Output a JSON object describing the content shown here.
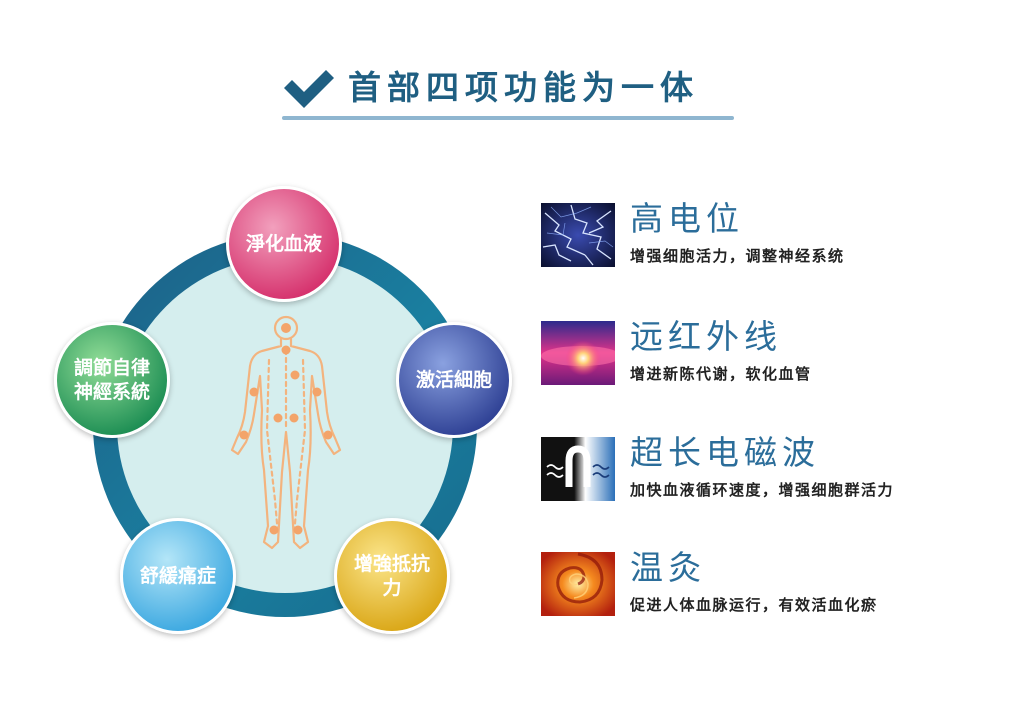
{
  "header": {
    "title": "首部四项功能为一体",
    "check_icon": "check-icon"
  },
  "diagram": {
    "center_figure": "human-body-acupoints-icon",
    "nodes": [
      {
        "label": "淨化血液",
        "color": "#d6336e"
      },
      {
        "label": "激活細胞",
        "color": "#2d3f93"
      },
      {
        "label": "增強抵抗力",
        "color": "#d9a514"
      },
      {
        "label": "舒緩痛症",
        "color": "#3aa7e0"
      },
      {
        "label": "調節自律神經系統",
        "color": "#1a8c52"
      }
    ],
    "ring_color": "#1a5e82"
  },
  "features": [
    {
      "title": "高电位",
      "desc": "增强细胞活力，调整神经系统",
      "thumb_icon": "lightning-icon"
    },
    {
      "title": "远红外线",
      "desc": "增进新陈代谢，软化血管",
      "thumb_icon": "infrared-light-icon"
    },
    {
      "title": "超长电磁波",
      "desc": "加快血液循环速度，增强细胞群活力",
      "thumb_icon": "electromagnetic-wave-icon"
    },
    {
      "title": "温灸",
      "desc": "促进人体血脉运行，有效活血化瘀",
      "thumb_icon": "moxibustion-swirl-icon"
    }
  ]
}
